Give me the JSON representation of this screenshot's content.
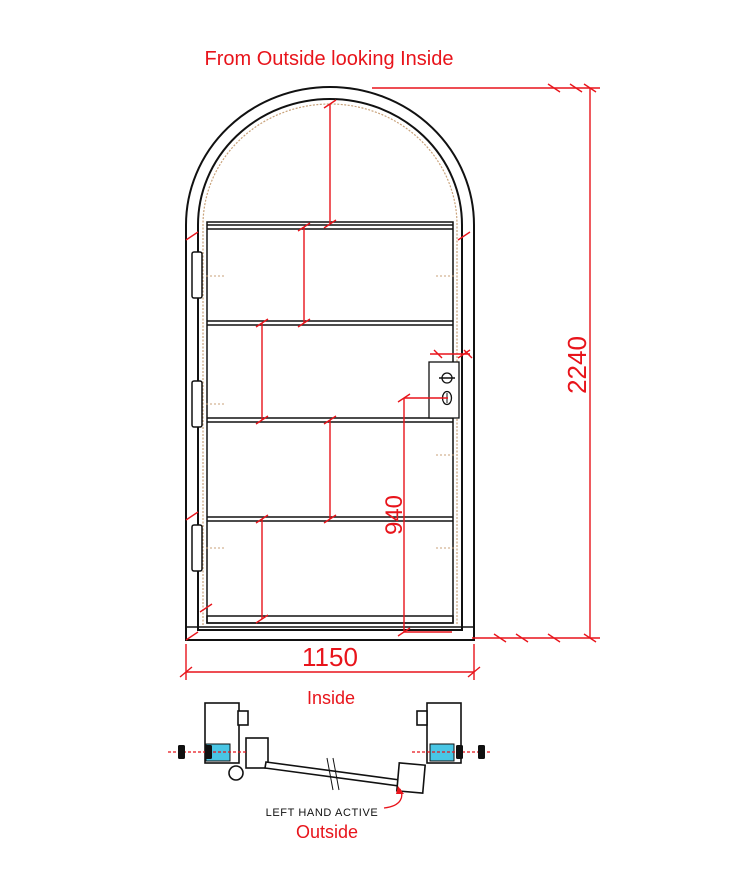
{
  "view_title": "From Outside looking Inside",
  "dimensions": {
    "height": "2240",
    "width": "1150",
    "handle_height": "940"
  },
  "plan": {
    "inside_label": "Inside",
    "outside_label": "Outside",
    "swing_label": "LEFT HAND ACTIVE"
  },
  "colors": {
    "dimension": "#e8141b",
    "frame": "#111111",
    "inner_trim": "#c9a27a",
    "glass": "#49c6e5"
  }
}
